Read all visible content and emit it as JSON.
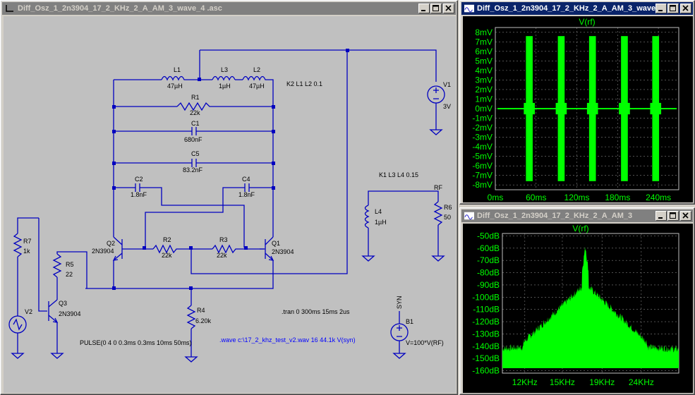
{
  "schematic_window": {
    "title": "Diff_Osz_1_2n3904_17_2_KHz_2_A_AM_3_wave_4 .asc",
    "components": {
      "L1": {
        "name": "L1",
        "value": "47µH"
      },
      "L3": {
        "name": "L3",
        "value": "1µH"
      },
      "L2": {
        "name": "L2",
        "value": "47µH"
      },
      "K2": "K2 L1 L2 0.1",
      "R1": {
        "name": "R1",
        "value": "22k"
      },
      "C1": {
        "name": "C1",
        "value": "680nF"
      },
      "C5": {
        "name": "C5",
        "value": "83.2nF"
      },
      "C2": {
        "name": "C2",
        "value": "1.8nF"
      },
      "C4": {
        "name": "C4",
        "value": "1.8nF"
      },
      "V1": {
        "name": "V1",
        "value": "3V"
      },
      "K1": "K1 L3 L4 0.15",
      "RF": "RF",
      "L4": {
        "name": "L4",
        "value": "1µH"
      },
      "R6": {
        "name": "R6",
        "value": "50"
      },
      "R7": {
        "name": "R7",
        "value": "1k"
      },
      "R5": {
        "name": "R5",
        "value": "22"
      },
      "Q2": {
        "name": "Q2",
        "value": "2N3904"
      },
      "R2": {
        "name": "R2",
        "value": "22k"
      },
      "R3": {
        "name": "R3",
        "value": "22k"
      },
      "Q1": {
        "name": "Q1",
        "value": "2N3904"
      },
      "Q3": {
        "name": "Q3",
        "value": "2N3904"
      },
      "V2": {
        "name": "V2"
      },
      "R4": {
        "name": "R4",
        "value": "6.20k"
      },
      "pulse": "PULSE(0 4 0 0.3ms 0.3ms 10ms 50ms)",
      "tran": ".tran 0 300ms 15ms 2us",
      "wave": ".wave c:\\17_2_khz_test_v2.wav 16 44.1k V(syn)",
      "SYN": "SYN",
      "B1": {
        "name": "B1",
        "value": "V=100*V(RF)"
      }
    }
  },
  "time_window": {
    "title": "Diff_Osz_1_2n3904_17_2_KHz_2_A_AM_3_wave",
    "trace": "V(rf)",
    "chart_data": {
      "type": "line",
      "title": "V(rf)",
      "x_ticks": [
        "0ms",
        "60ms",
        "120ms",
        "180ms",
        "240ms"
      ],
      "y_ticks": [
        "8mV",
        "7mV",
        "6mV",
        "5mV",
        "4mV",
        "3mV",
        "2mV",
        "1mV",
        "0mV",
        "-1mV",
        "-2mV",
        "-3mV",
        "-4mV",
        "-5mV",
        "-6mV",
        "-7mV",
        "-8mV"
      ],
      "xlim": [
        0,
        270
      ],
      "ylim": [
        -8.5,
        8.5
      ],
      "burst_start_ms": [
        45,
        92,
        138,
        185,
        231
      ],
      "burst_width_ms": 10,
      "burst_amplitude_mV": [
        7.6,
        7.6,
        7.6,
        7.6,
        7.6
      ],
      "trace_color": "#00ff00"
    }
  },
  "fft_window": {
    "title": "Diff_Osz_1_2n3904_17_2_KHz_2_A_AM_3",
    "trace": "V(rf)",
    "chart_data": {
      "type": "line",
      "title": "V(rf)",
      "x_ticks": [
        "12KHz",
        "15KHz",
        "19KHz",
        "24KHz"
      ],
      "y_ticks": [
        "-50dB",
        "-60dB",
        "-70dB",
        "-80dB",
        "-90dB",
        "-100dB",
        "-110dB",
        "-120dB",
        "-130dB",
        "-140dB",
        "-150dB",
        "-160dB"
      ],
      "x_scale": "log",
      "xlim_khz": [
        10.5,
        30
      ],
      "ylim_db": [
        -162,
        -48
      ],
      "peak_khz": 17.2,
      "peak_db": -62,
      "noise_floor_db": -158,
      "trace_color": "#00ff00"
    }
  }
}
